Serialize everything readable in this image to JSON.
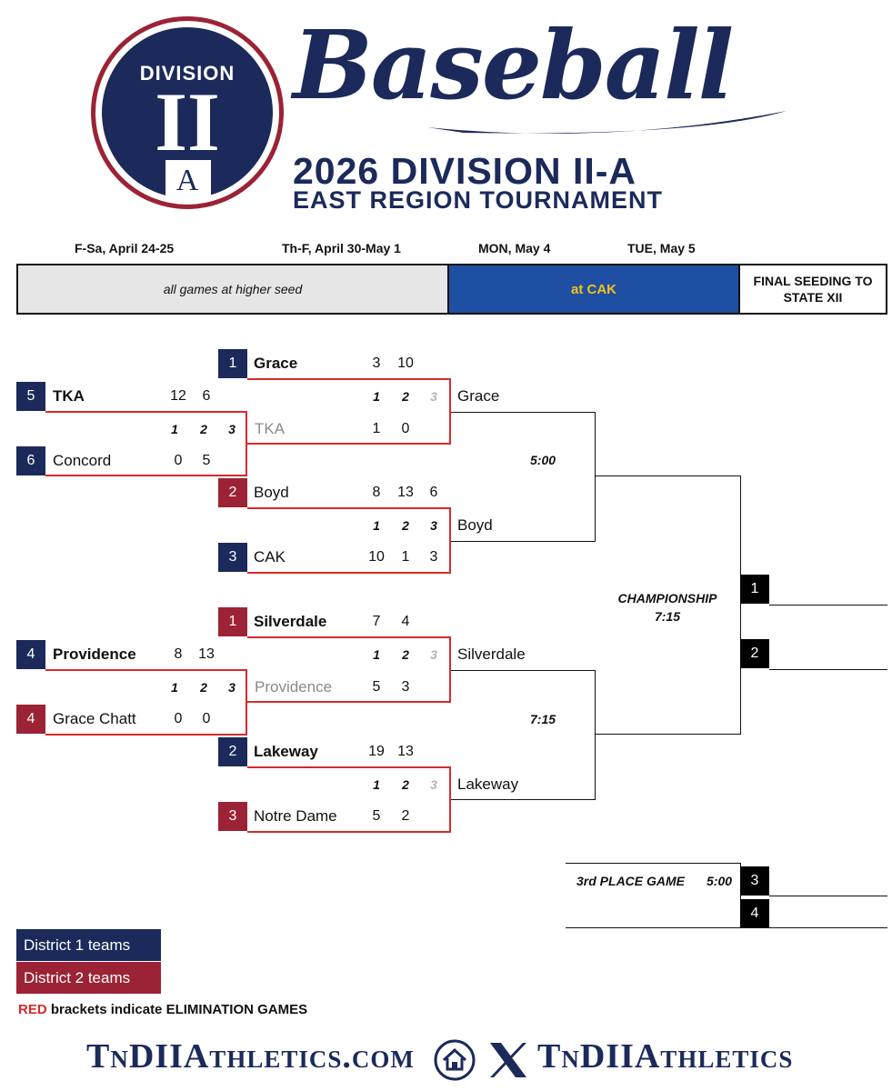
{
  "header": {
    "logo_division": "DIVISION",
    "logo_numeral": "II",
    "logo_letter": "A",
    "sport": "Baseball",
    "title_line1": "2026 DIVISION II-A",
    "title_line2": "EAST REGION TOURNAMENT"
  },
  "schedule": {
    "dates": [
      "F-Sa, April 24-25",
      "Th-F, April 30-May 1",
      "MON, May 4",
      "TUE, May 5"
    ],
    "venue_higher_seed": "all games at higher seed",
    "venue_cak": "at CAK",
    "final_seeding": "FINAL SEEDING TO STATE XII"
  },
  "round1": [
    {
      "seed": "5",
      "team": "TKA",
      "scores": [
        "12",
        "6"
      ]
    },
    {
      "seed": "6",
      "team": "Concord",
      "scores": [
        "0",
        "5"
      ]
    },
    {
      "seed": "4",
      "team": "Providence",
      "scores": [
        "8",
        "13"
      ]
    },
    {
      "seed": "4",
      "team": "Grace Chatt",
      "scores": [
        "0",
        "0"
      ]
    }
  ],
  "round2": [
    {
      "seed": "1",
      "team": "Grace",
      "scores": [
        "3",
        "10"
      ]
    },
    {
      "team": "TKA",
      "scores": [
        "1",
        "0"
      ]
    },
    {
      "seed": "2",
      "team": "Boyd",
      "scores": [
        "8",
        "13",
        "6"
      ]
    },
    {
      "seed": "3",
      "team": "CAK",
      "scores": [
        "10",
        "1",
        "3"
      ]
    },
    {
      "seed": "1",
      "team": "Silverdale",
      "scores": [
        "7",
        "4"
      ]
    },
    {
      "team": "Providence",
      "scores": [
        "5",
        "3"
      ]
    },
    {
      "seed": "2",
      "team": "Lakeway",
      "scores": [
        "19",
        "13"
      ]
    },
    {
      "seed": "3",
      "team": "Notre Dame",
      "scores": [
        "5",
        "2"
      ]
    }
  ],
  "game_numbers": [
    "1",
    "2",
    "3"
  ],
  "round3": [
    "Grace",
    "Boyd",
    "Silverdale",
    "Lakeway"
  ],
  "times": {
    "semi1": "5:00",
    "semi2": "7:15"
  },
  "championship": {
    "label": "CHAMPIONSHIP",
    "time": "7:15"
  },
  "third_place": {
    "label": "3rd PLACE GAME",
    "time": "5:00"
  },
  "final_seeds": [
    "1",
    "2",
    "3",
    "4"
  ],
  "legend": {
    "district1": "District 1 teams",
    "district2": "District 2 teams",
    "note_red": "RED",
    "note_rest": "brackets indicate ELIMINATION GAMES"
  },
  "footer": {
    "site": "TnDIIAthletics.com",
    "handle": "TnDIIAthletics"
  },
  "colors": {
    "district1": "#1b2a5a",
    "district2": "#9b2335",
    "elimination": "#d52b2b",
    "cak_blue": "#1f4fa3",
    "cak_gold": "#f2c31b"
  }
}
